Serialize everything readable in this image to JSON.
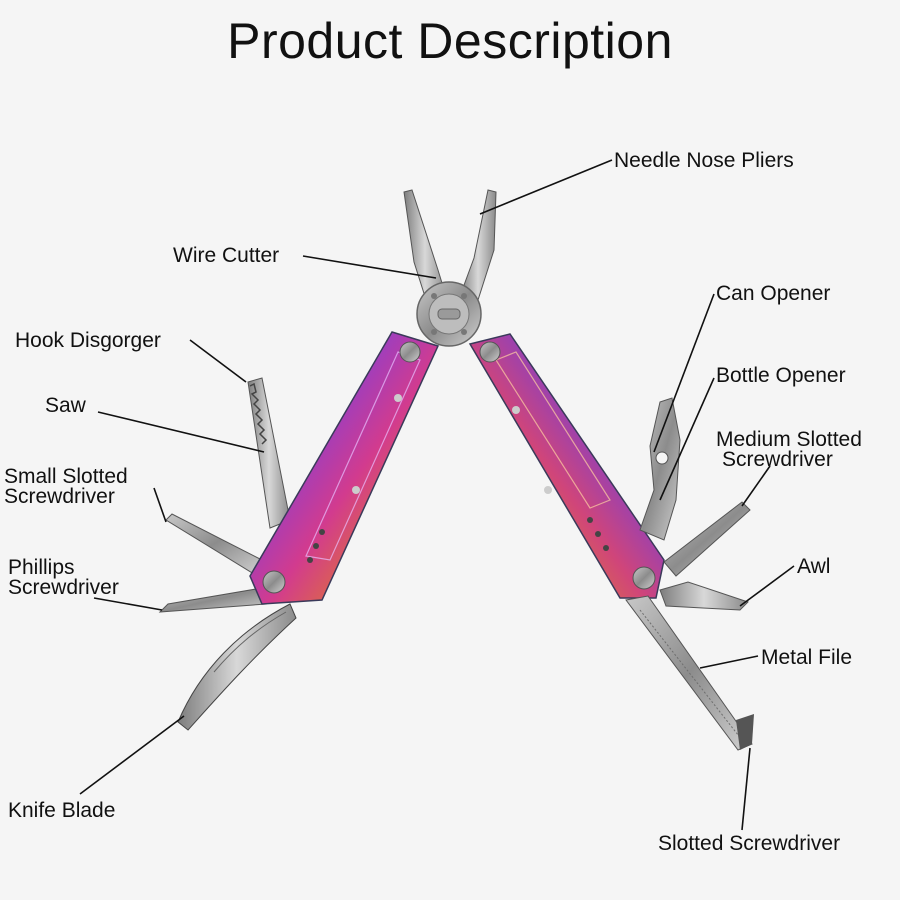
{
  "title": "Product Description",
  "labels": {
    "needle_nose_pliers": "Needle Nose Pliers",
    "wire_cutter": "Wire Cutter",
    "can_opener": "Can Opener",
    "hook_disgorger": "Hook Disgorger",
    "bottle_opener": "Bottle Opener",
    "saw": "Saw",
    "medium_slotted_1": "Medium Slotted",
    "medium_slotted_2": "Screwdriver",
    "small_slotted_1": "Small Slotted",
    "small_slotted_2": "Screwdriver",
    "phillips_1": "Phillips",
    "phillips_2": "Screwdriver",
    "awl": "Awl",
    "metal_file": "Metal File",
    "knife_blade": "Knife Blade",
    "slotted_screwdriver": "Slotted Screwdriver"
  },
  "colors": {
    "background": "#f5f5f5",
    "steel": "#a9a9a9",
    "handle_gradient": [
      "#2f6fd6",
      "#8a3fd0",
      "#d23b8e",
      "#e07a2a",
      "#c9a23a"
    ]
  }
}
